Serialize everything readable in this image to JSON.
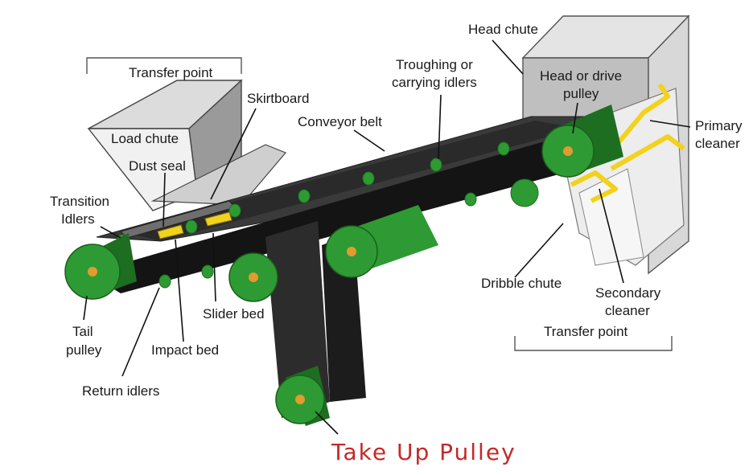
{
  "labels": {
    "head_chute": "Head chute",
    "transfer_point_top": "Transfer point",
    "troughing_line1": "Troughing or",
    "troughing_line2": "carrying idlers",
    "head_pulley_line1": "Head or drive",
    "head_pulley_line2": "pulley",
    "skirtboard": "Skirtboard",
    "conveyor_belt": "Conveyor belt",
    "load_chute": "Load chute",
    "primary_cleaner_line1": "Primary",
    "primary_cleaner_line2": "cleaner",
    "dust_seal": "Dust seal",
    "transition_line1": "Transition",
    "transition_line2": "Idlers",
    "dribble_chute": "Dribble chute",
    "secondary_cleaner_line1": "Secondary",
    "secondary_cleaner_line2": "cleaner",
    "slider_bed": "Slider bed",
    "tail_line1": "Tail",
    "tail_line2": "pulley",
    "impact_bed": "Impact bed",
    "transfer_point_bottom": "Transfer point",
    "return_idlers": "Return idlers"
  },
  "caption": "Take Up Pulley",
  "colors": {
    "pulley_green": "#2e9a33",
    "pulley_dark": "#1e6e22",
    "pulley_hub": "#e39a2e",
    "belt": "#1c1c1c",
    "belt_top": "#3a3a3a",
    "chute_grey": "#c9c9c9",
    "cleaner_yellow": "#f2d21c",
    "caption_red": "#c62828"
  }
}
